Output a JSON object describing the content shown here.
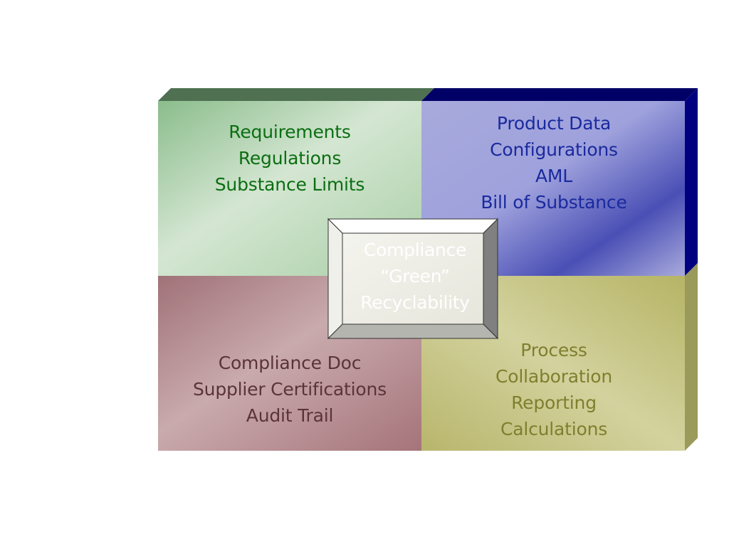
{
  "quadrants": {
    "top_left": {
      "lines": [
        "Requirements",
        "Regulations",
        "Substance Limits"
      ],
      "color": "#0b6e12"
    },
    "top_right": {
      "lines": [
        "Product Data",
        "Configurations",
        "AML",
        "Bill of Substance"
      ],
      "color": "#1a2a9e"
    },
    "bottom_left": {
      "lines": [
        "Compliance Doc",
        "Supplier Certifications",
        "Audit Trail"
      ],
      "color": "#5a3438"
    },
    "bottom_right": {
      "lines": [
        "Process",
        "Collaboration",
        "Reporting",
        "Calculations"
      ],
      "color": "#7f7f2e"
    }
  },
  "center": {
    "lines": [
      "Compliance",
      "“Green”",
      "Recyclability"
    ]
  },
  "colors": {
    "green_top": "#4f7152",
    "navy_top": "#000066",
    "navy_side": "#000080",
    "olive_side": "#9a9a5a"
  }
}
